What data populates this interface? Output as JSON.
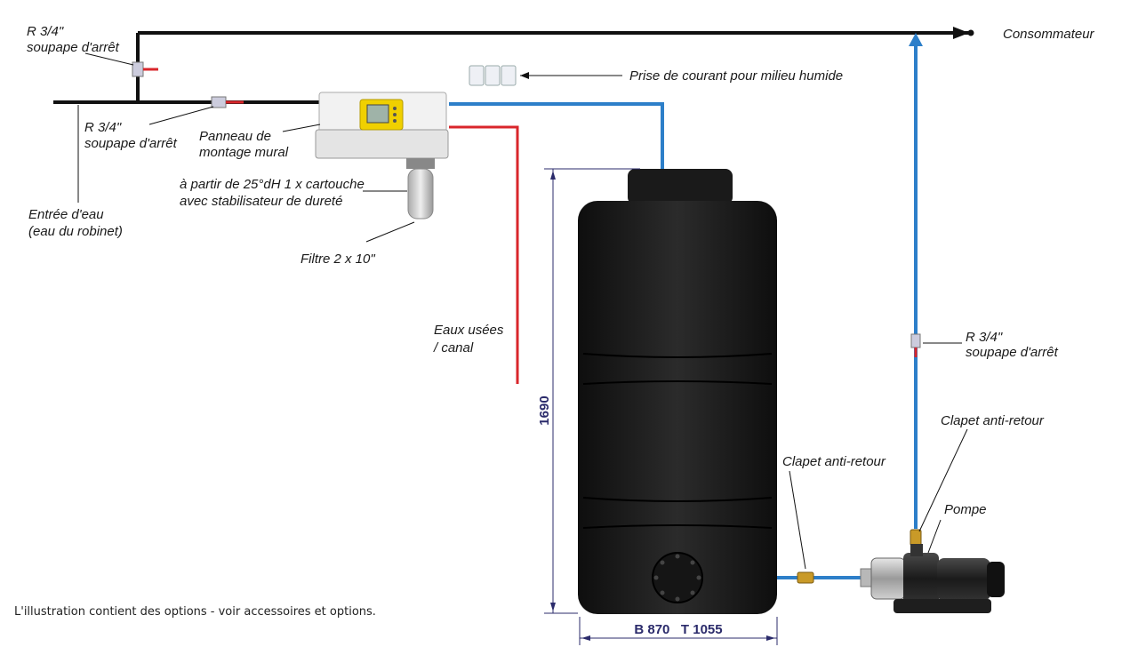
{
  "labels": {
    "valve_top_1": "R 3/4\"",
    "valve_top_2": "soupape d'arrêt",
    "consumer": "Consommateur",
    "socket": "Prise de courant pour milieu humide",
    "valve_left_1": "R 3/4\"",
    "valve_left_2": "soupape d'arrêt",
    "panel_1": "Panneau de",
    "panel_2": "montage mural",
    "cartridge_1": "à partir de 25°dH 1 x cartouche",
    "cartridge_2": "avec stabilisateur de dureté",
    "inlet_1": "Entrée d'eau",
    "inlet_2": "(eau du robinet)",
    "filter": "Filtre 2 x 10\"",
    "waste_1": "Eaux usées",
    "waste_2": "/ canal",
    "valve_right_1": "R 3/4\"",
    "valve_right_2": "soupape d'arrêt",
    "check_valve_pump": "Clapet anti-retour",
    "pump": "Pompe",
    "check_valve_line": "Clapet anti-retour",
    "height": "1690",
    "width": "B 870   T 1055",
    "footnote": "L'illustration contient des options - voir accessoires et options."
  },
  "colors": {
    "water_line": "#2d7fc9",
    "waste_line": "#d9262b",
    "supply_line": "#111111",
    "tank": "#1c1c1c",
    "dimension": "#2b2b6b"
  }
}
